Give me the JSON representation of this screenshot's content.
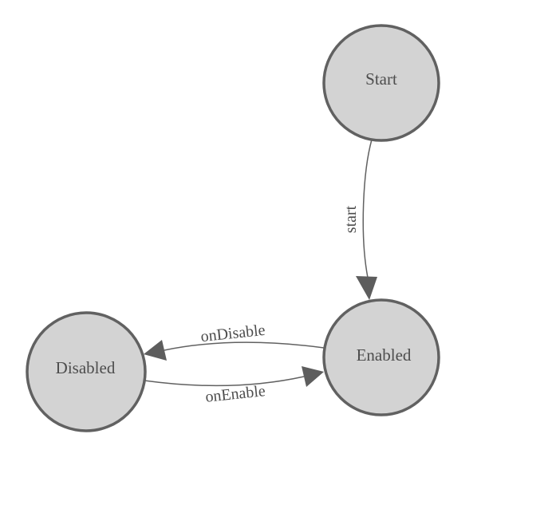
{
  "diagram": {
    "kind": "state-machine",
    "nodes": [
      {
        "id": "start",
        "label": "Start"
      },
      {
        "id": "enabled",
        "label": "Enabled"
      },
      {
        "id": "disabled",
        "label": "Disabled"
      }
    ],
    "edges": [
      {
        "from": "start",
        "to": "enabled",
        "label": "start"
      },
      {
        "from": "enabled",
        "to": "disabled",
        "label": "onDisable"
      },
      {
        "from": "disabled",
        "to": "enabled",
        "label": "onEnable"
      }
    ]
  },
  "colors": {
    "background": "#ffffff",
    "node_fill": "#d3d3d3",
    "node_stroke": "#616161",
    "edge_stroke": "#616161",
    "arrow_fill": "#5d5d5d",
    "label_color": "#4d4d4d"
  }
}
